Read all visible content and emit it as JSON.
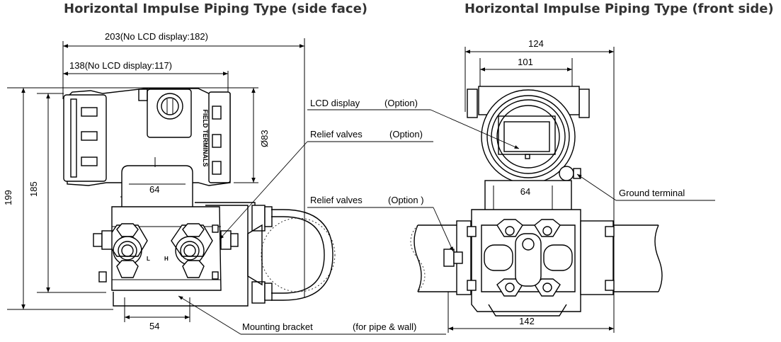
{
  "titles": {
    "side": "Horizontal Impulse Piping Type (side face)",
    "front": "Horizontal Impulse Piping Type (front side)"
  },
  "side_dims": {
    "total_width": "203(No LCD display:182)",
    "housing_width": "138(No LCD display:117)",
    "height_total": "199",
    "height_body": "185",
    "diameter": "Ø83",
    "flange_width": "64",
    "bottom_width": "54"
  },
  "front_dims": {
    "top_width": "124",
    "inner_width": "101",
    "flange_width": "64",
    "bottom_width": "142"
  },
  "callouts": {
    "lcd": "LCD display",
    "lcd_opt": "(Option)",
    "relief1": "Relief valves",
    "relief1_opt": "(Option)",
    "relief2": "Relief valves",
    "relief2_opt": "(Option )",
    "ground": "Ground terminal",
    "bracket": "Mounting bracket",
    "bracket_note": "(for pipe & wall)"
  },
  "marks": {
    "terminal_label": "FIELD TERMINALS",
    "port_l": "L",
    "port_h": "H"
  }
}
